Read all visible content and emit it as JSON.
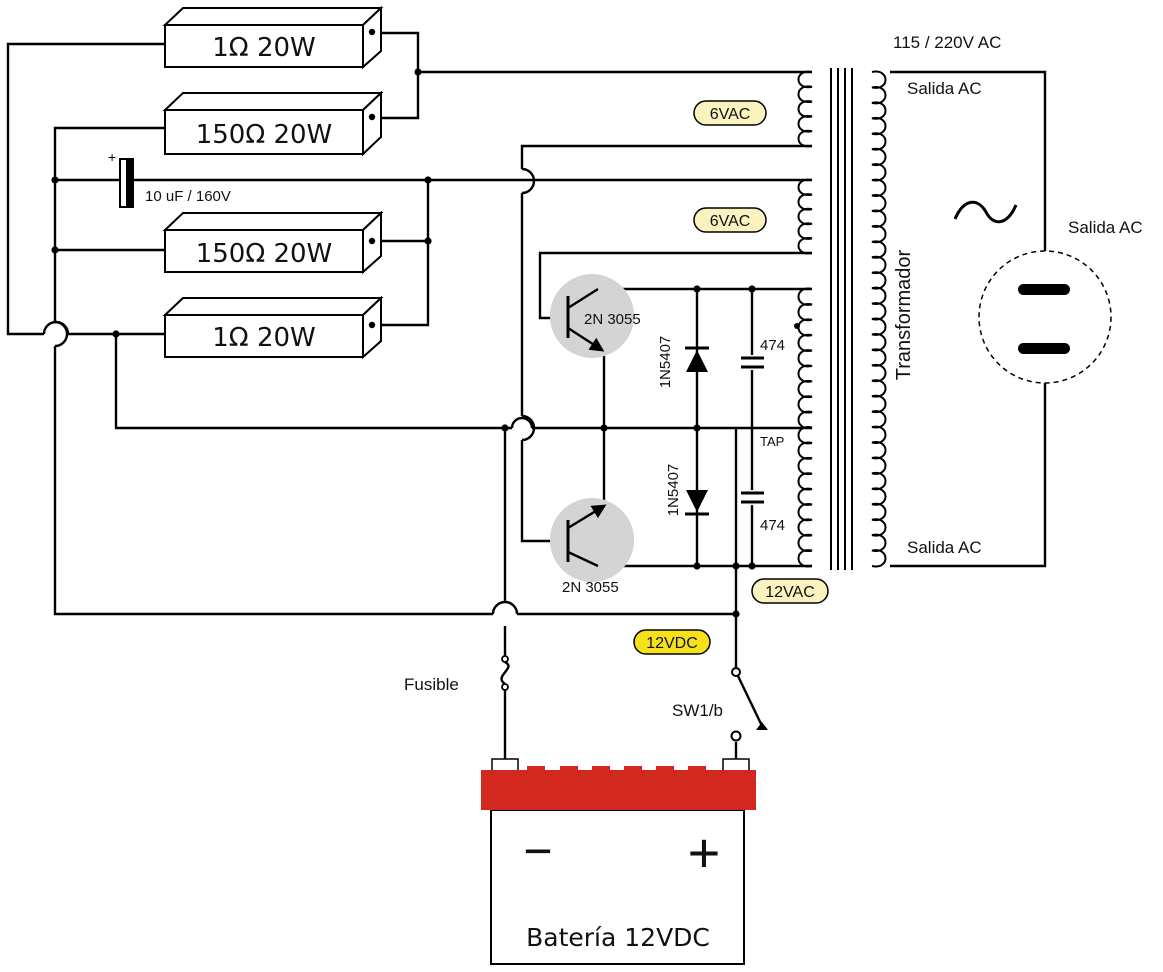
{
  "labels": {
    "r1_top": "1Ω 20W",
    "r2": "150Ω  20W",
    "r3": "150Ω  20W",
    "r4_bottom": "1Ω 20W",
    "capacitor": "10 uF / 160V",
    "mains": "115 / 220V AC",
    "salida_top": "Salida AC",
    "salida_bottom": "Salida AC",
    "salida_socket": "Salida AC",
    "transformer": "Transformador",
    "tag_6vac_1": "6VAC",
    "tag_6vac_2": "6VAC",
    "tag_12vac": "12VAC",
    "tag_12vdc": "12VDC",
    "tap": "TAP",
    "transistor_top": "2N 3055",
    "transistor_bottom": "2N 3055",
    "diode_top": "1N5407",
    "diode_bottom": "1N5407",
    "cap_top": "474",
    "cap_bottom": "474",
    "fuse": "Fusible",
    "switch": "SW1/b",
    "battery": "Batería 12VDC",
    "battery_minus": "−",
    "battery_plus": "+"
  },
  "colors": {
    "wire": "#000000",
    "tag_fill_pale": "#fbf3bf",
    "tag_fill_yellow": "#f7e11a",
    "battery_top": "#d2281f",
    "transistor_highlight": "#d4d4d4"
  }
}
